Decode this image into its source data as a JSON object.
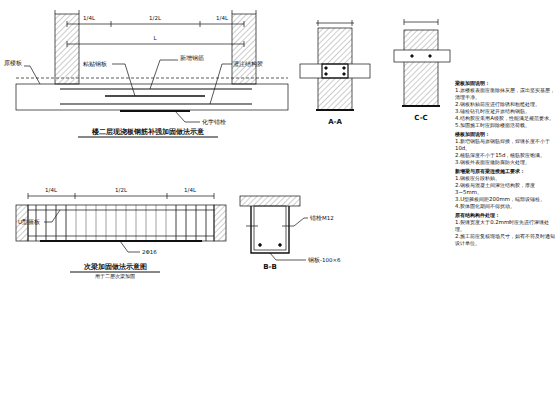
{
  "diagram": {
    "labels": [
      "1/4L",
      "1/2L",
      "1/4L",
      "L",
      "粘贴钢板",
      "化学锚栓",
      "原楼板",
      "新增钢筋",
      "灌注结构胶",
      "楼二层现浇板钢筋补强加固做法示意",
      "A-A",
      "C-C",
      "1/4L",
      "1/2L",
      "1/4L",
      "U型箍板",
      "2Φ16",
      "次梁加固做法示意图",
      "用于二层次梁加固",
      "B-B",
      "锚栓M12",
      "钢板-100×6",
      "梁板加固说明：",
      "1.原楼板表面应凿除抹灰层，露出坚实基层，清理干净。",
      "2.钢板粘贴前应进行除锈和粗糙处理。",
      "3.锚栓钻孔时应避开原结构钢筋。",
      "4.结构胶应采用A级胶，性能满足规范要求。",
      "5.加固施工时应卸除楼面活荷载。",
      "楼板加固说明：",
      "1.新增钢筋与原钢筋焊接，焊缝长度不小于10d。",
      "2.植筋深度不小于15d，植筋胶应饱满。",
      "3.钢板外表面应做防腐防火处理。",
      "新增梁与原有梁连接施工要求：",
      "1.钢板应分段粘贴。",
      "2.钢板与混凝土间灌注结构胶，厚度3~5mm。",
      "3.U型箍板间距200mm，端部设锚栓。",
      "4.胶体固化期间不得扰动。",
      "原有结构构件处理：",
      "1.裂缝宽度大于0.2mm时应先进行灌缝处理。",
      "2.施工前应复核现场尺寸，如有不符及时通知设计单位。"
    ]
  }
}
